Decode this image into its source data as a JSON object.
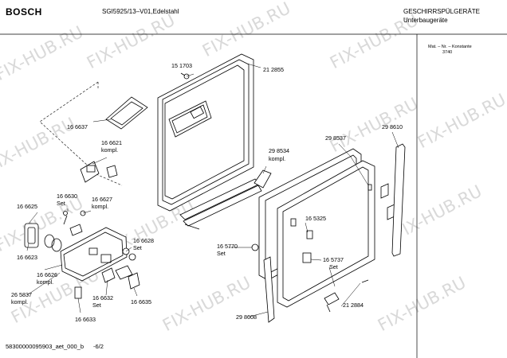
{
  "header": {
    "brand": "BOSCH",
    "model": "SGI5925/13–V01,Edelstahl",
    "category": "GESCHIRRSPÜLGERÄTE",
    "subcategory": "Unterbaugeräte"
  },
  "side_note": {
    "line1": "Mat. – Nr. – Konstante",
    "line2": "3740"
  },
  "watermark": "FIX-HUB.RU",
  "parts": {
    "p151703": "15 1703",
    "p212855": "21 2855",
    "p166637": "16 6637",
    "p166621": "16 6621",
    "p166621_note": "kompl.",
    "p298534": "29 8534",
    "p298534_note": "kompl.",
    "p298537": "29 8537",
    "p298610": "29 8610",
    "p166630": "16 6630",
    "p166630_note": "Set",
    "p166627": "16 6627",
    "p166627_note": "kompl.",
    "p166625": "16 6625",
    "p166628": "16 6628",
    "p166628_note": "Set",
    "p165325": "16 5325",
    "p165770": "16 5770",
    "p165770_note": "Set",
    "p166623": "16 6623",
    "p166626": "16 6626",
    "p166626_note": "kompl.",
    "p265837": "26 5837",
    "p265837_note": "kompl.",
    "p166632": "16 6632",
    "p166632_note": "Set",
    "p166635": "16 6635",
    "p165737": "16 5737",
    "p165737_note": "Set",
    "p212884": "21 2884",
    "p166633": "16 6633",
    "p298608": "29 8608"
  },
  "footer": {
    "code": "58300000095903_aet_000_b",
    "page": "-6/2"
  }
}
